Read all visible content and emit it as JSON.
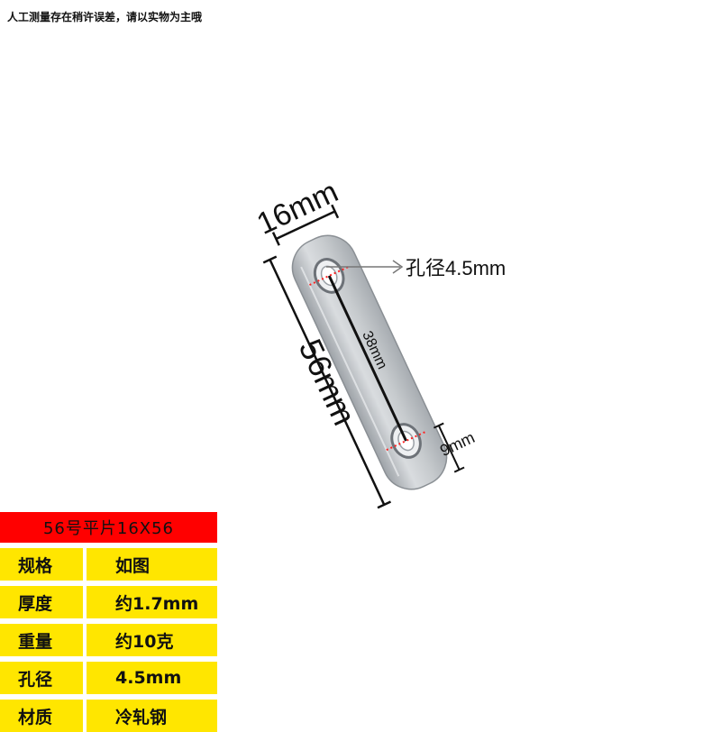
{
  "notice": "人工测量存在稍许误差，请以实物为主哦",
  "dimensions": {
    "width": "16mm",
    "length": "56mm",
    "hole_label": "孔径4.5mm",
    "hole_spacing": "38mm",
    "edge_to_hole": "9mm"
  },
  "spec_table": {
    "title": "56号平片16X56",
    "rows": [
      {
        "label": "规格",
        "value": "如图"
      },
      {
        "label": "厚度",
        "value": "约1.7mm"
      },
      {
        "label": "重量",
        "value": "约10克"
      },
      {
        "label": "孔径",
        "value": "4.5mm"
      },
      {
        "label": "材质",
        "value": "冷轧钢"
      }
    ]
  },
  "colors": {
    "title_bg": "#ff0000",
    "row_bg": "#ffe600",
    "metal": "#c4c8cc",
    "guide": "#ff2020"
  }
}
